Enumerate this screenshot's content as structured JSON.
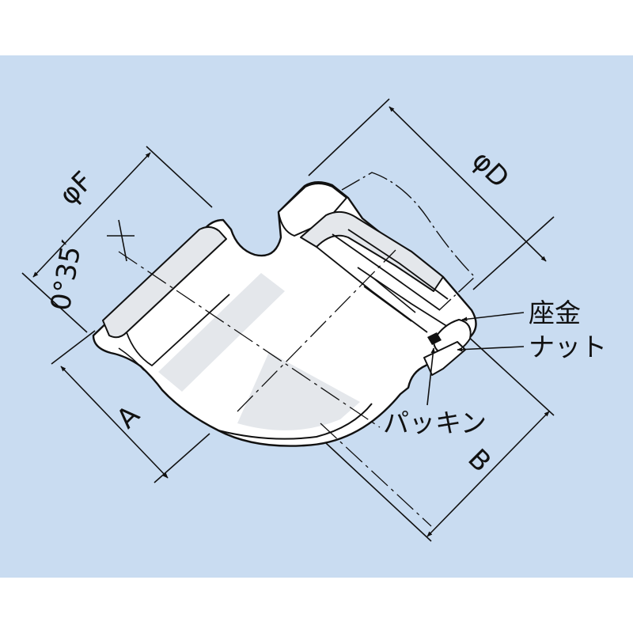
{
  "colors": {
    "background_panel": "#c9dcf1",
    "page": "#ffffff",
    "line": "#111111",
    "part_fill": "#ffffff",
    "shading": "#e2e6ea"
  },
  "dimensions": {
    "phi_f": "φF",
    "angle": "0°35′",
    "a": "A",
    "phi_d": "φD",
    "b": "B"
  },
  "parts": {
    "washer": "座金",
    "nut": "ナット",
    "packing": "パッキン"
  },
  "icons": [
    "arrow-head-icon"
  ]
}
